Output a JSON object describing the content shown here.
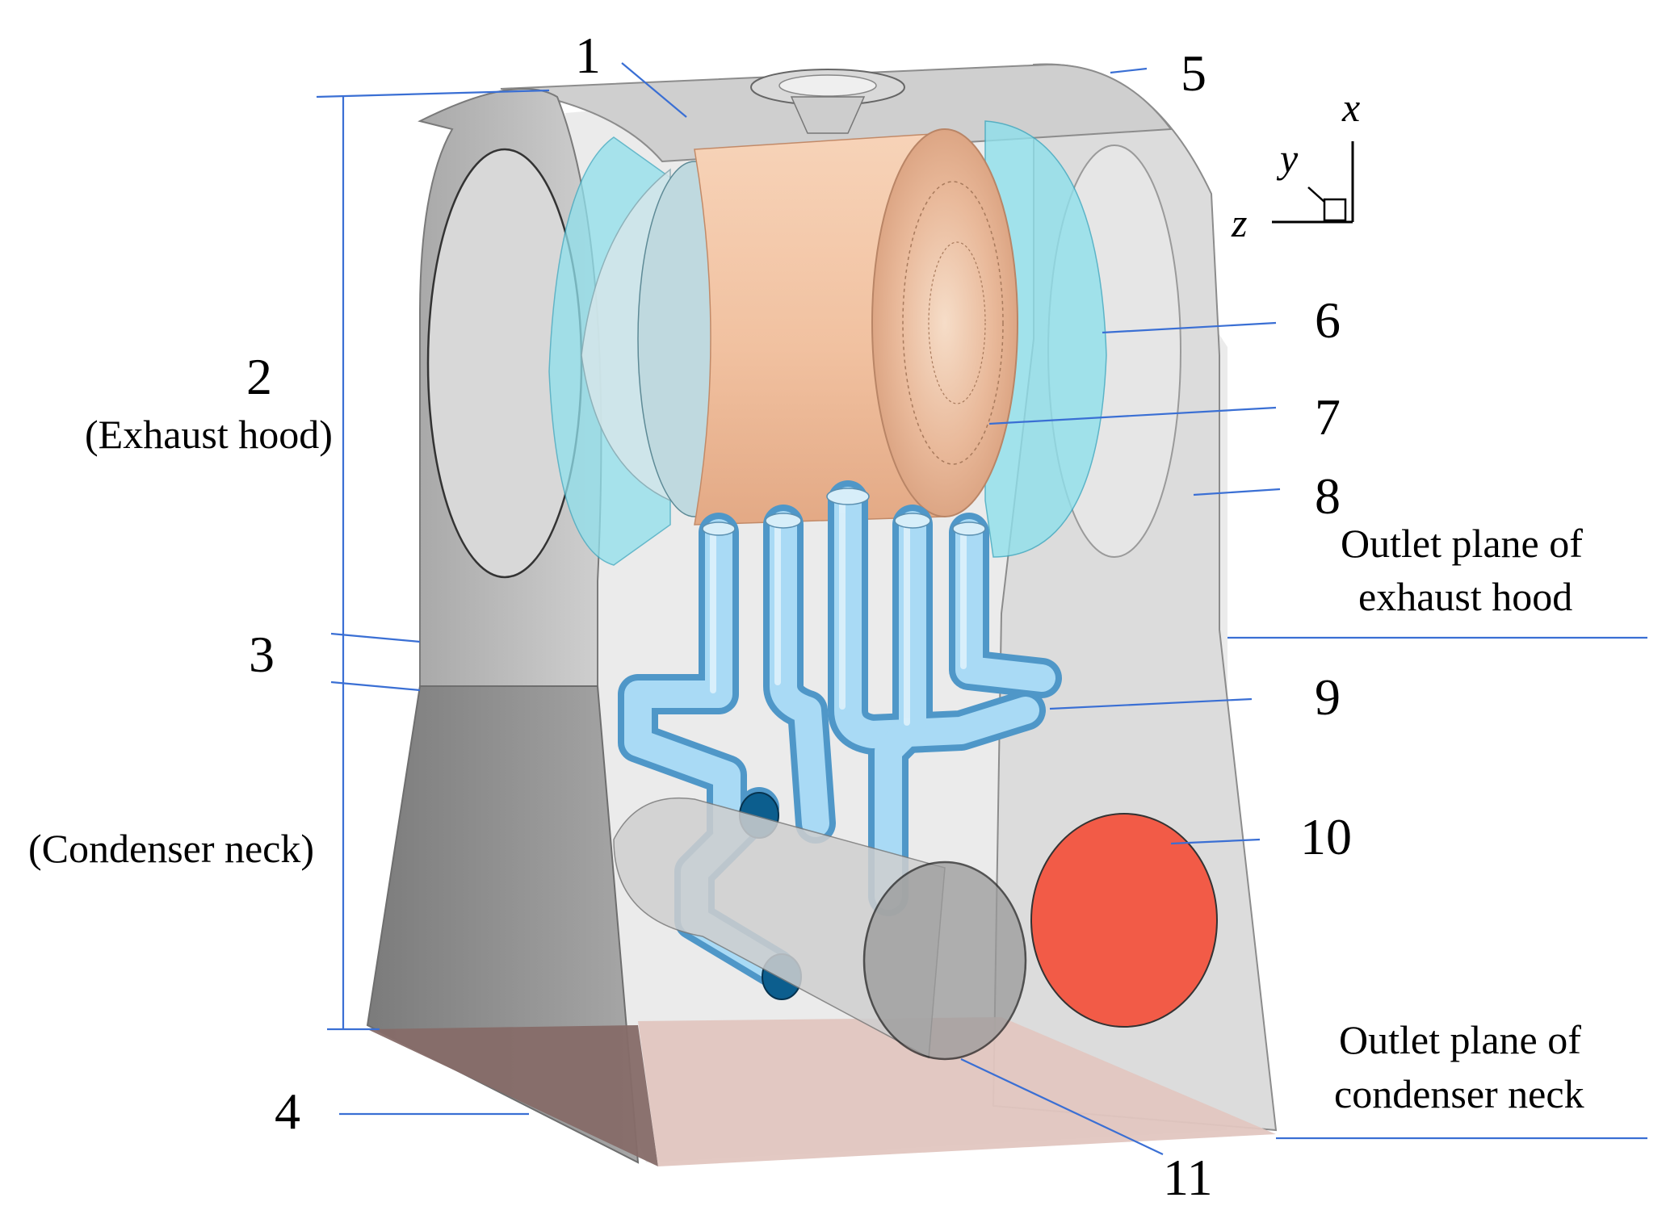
{
  "labels": {
    "n1": "1",
    "n2": "2",
    "exhaust_hood": "(Exhaust hood)",
    "n3": "3",
    "condenser_neck": "(Condenser neck)",
    "n4": "4",
    "n5": "5",
    "n6": "6",
    "n7": "7",
    "n8": "8",
    "outlet_exhaust_line1": "Outlet plane of",
    "outlet_exhaust_line2": "exhaust hood",
    "n9": "9",
    "n10": "10",
    "outlet_condenser_line1": "Outlet plane of",
    "outlet_condenser_line2": "condenser neck",
    "n11": "11"
  },
  "axes": {
    "x": "x",
    "y": "y",
    "z": "z"
  },
  "colors": {
    "housing": "#b9b9b9",
    "housing_dark": "#8a8a8a",
    "bottom_outlet_dark": "#866c68",
    "bottom_outlet_light": "#ddc2bc",
    "cylinder": "#f2c1a0",
    "cyan_ring": "#7fd8e6",
    "pipes": "#8fcbee",
    "red_port": "#f25b47",
    "pipe_end": "#0c5e8e",
    "leader": "#3a6fd4"
  }
}
